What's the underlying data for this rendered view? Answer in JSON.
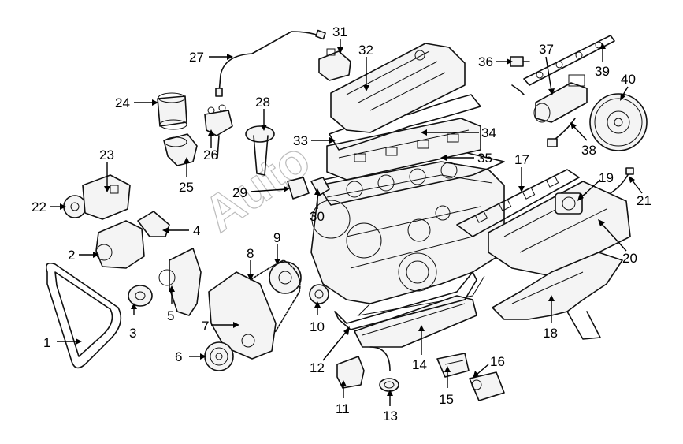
{
  "callouts": [
    "1",
    "2",
    "3",
    "4",
    "5",
    "6",
    "7",
    "8",
    "9",
    "10",
    "11",
    "12",
    "13",
    "14",
    "15",
    "16",
    "17",
    "18",
    "19",
    "20",
    "21",
    "22",
    "23",
    "24",
    "25",
    "26",
    "27",
    "28",
    "29",
    "30",
    "31",
    "32",
    "33",
    "34",
    "35",
    "36",
    "37",
    "38",
    "39",
    "40"
  ],
  "watermark": "Auto",
  "colors": {
    "ink": "#111111",
    "paper": "#ffffff",
    "watermark": "#bcbcbc"
  },
  "parts": [
    {
      "num": "1",
      "icon": "drive-belt-icon"
    },
    {
      "num": "2",
      "icon": "alternator-icon"
    },
    {
      "num": "3",
      "icon": "idler-pulley-icon"
    },
    {
      "num": "4",
      "icon": "alternator-bracket-icon"
    },
    {
      "num": "5",
      "icon": "water-pump-icon"
    },
    {
      "num": "6",
      "icon": "crankshaft-pulley-icon"
    },
    {
      "num": "7",
      "icon": "timing-cover-icon"
    },
    {
      "num": "8",
      "icon": "timing-chain-icon"
    },
    {
      "num": "9",
      "icon": "camshaft-sprocket-icon"
    },
    {
      "num": "10",
      "icon": "crank-sprocket-icon"
    },
    {
      "num": "11",
      "icon": "oil-pump-icon"
    },
    {
      "num": "12",
      "icon": "oil-pan-gasket-icon"
    },
    {
      "num": "13",
      "icon": "drain-plug-icon"
    },
    {
      "num": "14",
      "icon": "oil-pan-icon"
    },
    {
      "num": "15",
      "icon": "engine-mount-bracket-icon"
    },
    {
      "num": "16",
      "icon": "engine-mount-icon"
    },
    {
      "num": "17",
      "icon": "intake-gasket-icon"
    },
    {
      "num": "18",
      "icon": "exhaust-manifold-icon"
    },
    {
      "num": "19",
      "icon": "throttle-body-icon"
    },
    {
      "num": "20",
      "icon": "intake-manifold-icon"
    },
    {
      "num": "21",
      "icon": "temp-sensor-icon"
    },
    {
      "num": "22",
      "icon": "steering-pump-pulley-icon"
    },
    {
      "num": "23",
      "icon": "steering-pump-icon"
    },
    {
      "num": "24",
      "icon": "oil-filter-icon"
    },
    {
      "num": "25",
      "icon": "filter-adapter-icon"
    },
    {
      "num": "26",
      "icon": "distributor-icon"
    },
    {
      "num": "27",
      "icon": "oxygen-sensor-icon"
    },
    {
      "num": "28",
      "icon": "oil-fill-cap-icon"
    },
    {
      "num": "29",
      "icon": "crank-sensor-icon"
    },
    {
      "num": "30",
      "icon": "thermostat-housing-icon"
    },
    {
      "num": "31",
      "icon": "ignition-coil-icon"
    },
    {
      "num": "32",
      "icon": "valve-cover-icon"
    },
    {
      "num": "33",
      "icon": "valve-cover-gasket-icon"
    },
    {
      "num": "34",
      "icon": "cylinder-head-icon"
    },
    {
      "num": "35",
      "icon": "head-gasket-icon"
    },
    {
      "num": "36",
      "icon": "pressure-sensor-icon"
    },
    {
      "num": "37",
      "icon": "starter-icon"
    },
    {
      "num": "38",
      "icon": "cam-sensor-icon"
    },
    {
      "num": "39",
      "icon": "fuel-rail-icon"
    },
    {
      "num": "40",
      "icon": "flywheel-icon"
    }
  ]
}
